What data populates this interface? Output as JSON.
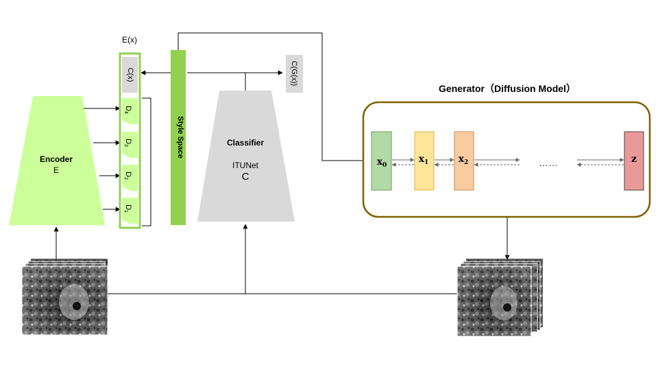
{
  "encoder": {
    "title": "Encoder",
    "symbol": "E"
  },
  "features": {
    "label": "E(x)",
    "classifier_slot": "C(x)",
    "blocks": [
      {
        "base": "D",
        "sub": "4"
      },
      {
        "base": "D",
        "sub": "3"
      },
      {
        "base": "D",
        "sub": "2"
      },
      {
        "base": "D",
        "sub": "1"
      }
    ]
  },
  "style_space": {
    "label": "Style Space"
  },
  "classifier": {
    "title": "Classifier",
    "name": "ITUNet",
    "symbol": "C",
    "output": "C(G(x))"
  },
  "generator": {
    "title": "Generator（Diffusion Model）",
    "states": [
      {
        "base": "x",
        "sub": "0"
      },
      {
        "base": "x",
        "sub": "1"
      },
      {
        "base": "x",
        "sub": "2"
      },
      {
        "base": "z",
        "sub": ""
      }
    ],
    "ellipsis": "……",
    "colors": {
      "x0": "#b3d9a6",
      "x1": "#ffe599",
      "x2": "#f8cba0",
      "z": "#ea9999"
    }
  },
  "colors": {
    "encoder_fill": "#ccff99",
    "style_space_fill": "#92d050",
    "feature_border": "#92d050",
    "classifier_fill": "#d9d9d9",
    "generator_border": "#7f6000"
  }
}
